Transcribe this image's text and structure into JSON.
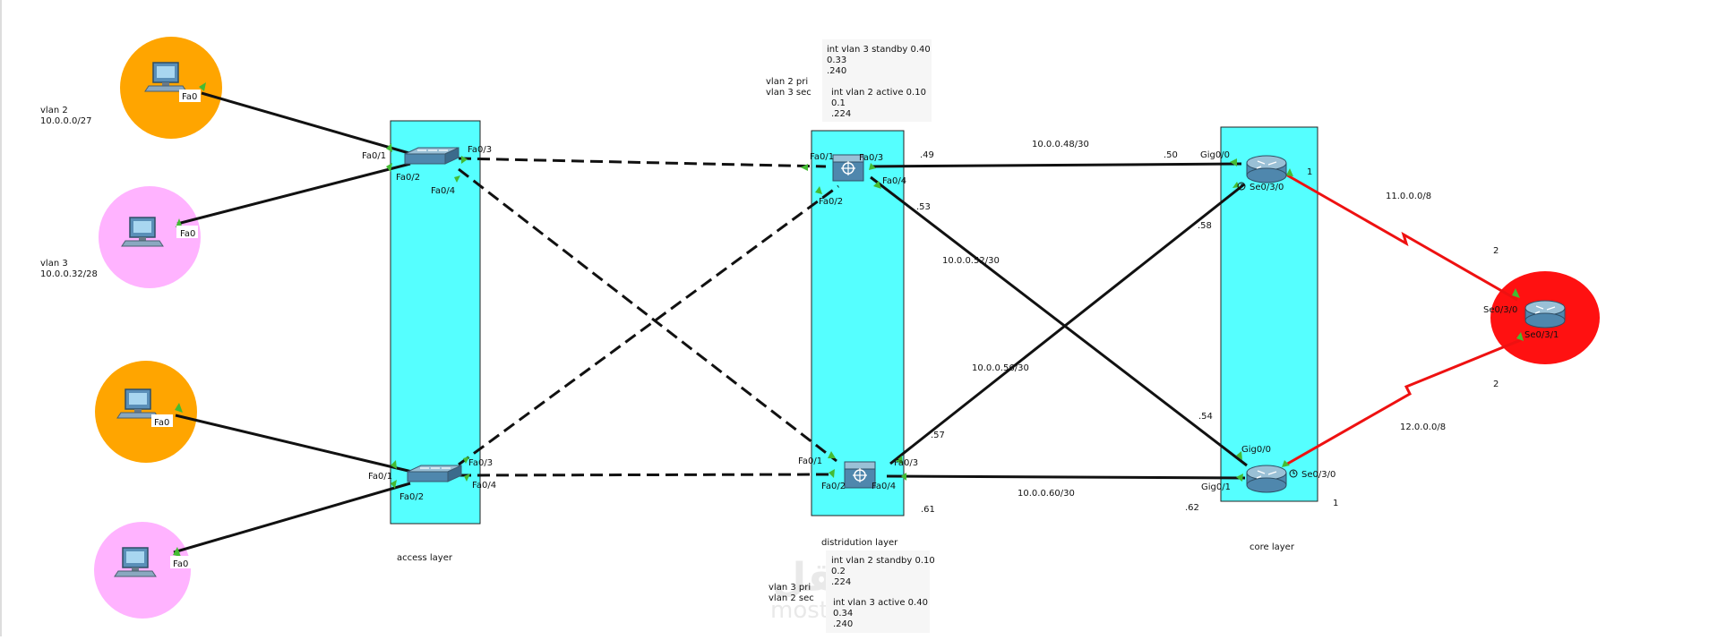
{
  "layers": {
    "access": "access layer",
    "distribution": "distridution layer",
    "core": "core layer"
  },
  "vlan_notes": {
    "vlan2": {
      "line1": "vlan 2",
      "line2": "10.0.0.0/27"
    },
    "vlan3": {
      "line1": "vlan 3",
      "line2": "10.0.0.32/28"
    }
  },
  "dist_notes": {
    "top_role": {
      "line1": "vlan 2 pri",
      "line2": "vlan 3 sec"
    },
    "top_standby": {
      "line1": "int vlan 3  standby  0.40",
      "line2": "0.33",
      "line3": ".240"
    },
    "top_active": {
      "line1": "int vlan 2    active 0.10",
      "line2": "0.1",
      "line3": ".224"
    },
    "bottom_role": {
      "line1": "vlan 3 pri",
      "line2": "vlan 2 sec"
    },
    "bottom_standby": {
      "line1": "int vlan 2 standby 0.10",
      "line2": "0.2",
      "line3": ".224"
    },
    "bottom_active": {
      "line1": "int vlan 3   active 0.40",
      "line2": "0.34",
      "line3": ".240"
    }
  },
  "pcs": {
    "pc1": {
      "port": "Fa0",
      "color": "#ffa500"
    },
    "pc2": {
      "port": "Fa0",
      "color": "#ffb3ff"
    },
    "pc3": {
      "port": "Fa0",
      "color": "#ffa500"
    },
    "pc4": {
      "port": "Fa0",
      "color": "#ffb3ff"
    }
  },
  "ports": {
    "as1_fa01": "Fa0/1",
    "as1_fa02": "Fa0/2",
    "as1_fa03": "Fa0/3",
    "as1_fa04": "Fa0/4",
    "as2_fa01": "Fa0/1",
    "as2_fa02": "Fa0/2",
    "as2_fa03": "Fa0/3",
    "as2_fa04": "Fa0/4",
    "ds1_fa01": "Fa0/1",
    "ds1_fa02": "Fa0/2",
    "ds1_fa03": "Fa0/3",
    "ds1_fa04": "Fa0/4",
    "ds2_fa01": "Fa0/1",
    "ds2_fa02": "Fa0/2",
    "ds2_fa03": "Fa0/3",
    "ds2_fa04": "Fa0/4",
    "cr1_gig00": "Gig0/0",
    "cr1_se030": "Se0/3/0",
    "cr2_gig00": "Gig0/0",
    "cr2_gig01": "Gig0/1",
    "cr2_se030": "Se0/3/0",
    "isp_se030": "Se0/3/0",
    "isp_se031": "Se0/3/1"
  },
  "subnets": {
    "s48": "10.0.0.48/30",
    "s52": "10.0.0.52/30",
    "s56": "10.0.0.56/30",
    "s60": "10.0.0.60/30",
    "s11": "11.0.0.0/8",
    "s12": "12.0.0.0/8"
  },
  "host_ids": {
    "h49": ".49",
    "h50": ".50",
    "h53": ".53",
    "h58": ".58",
    "h54": ".54",
    "h57": ".57",
    "h61": ".61",
    "h62": ".62",
    "serial_top_core": "1",
    "serial_top_isp": "2",
    "serial_bot_isp": "2",
    "serial_bot_core": "1"
  },
  "colors": {
    "band": "#55ffff",
    "serial_link": "#ee1111",
    "isp": "#ff1111",
    "link": "#111111",
    "port_marker": "#44bb33"
  },
  "watermark": {
    "arabic": "مستقل",
    "latin": "mostaql.com"
  }
}
